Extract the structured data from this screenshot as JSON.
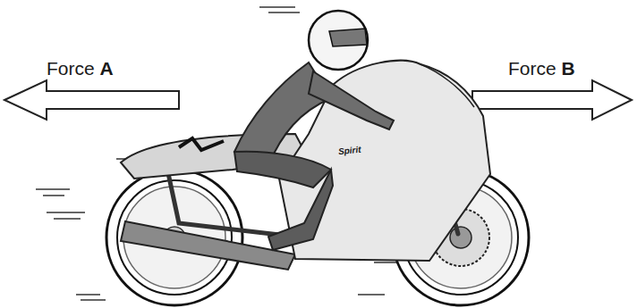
{
  "diagram": {
    "labels": [
      "Force A",
      "Force B",
      "Spirit"
    ]
  }
}
